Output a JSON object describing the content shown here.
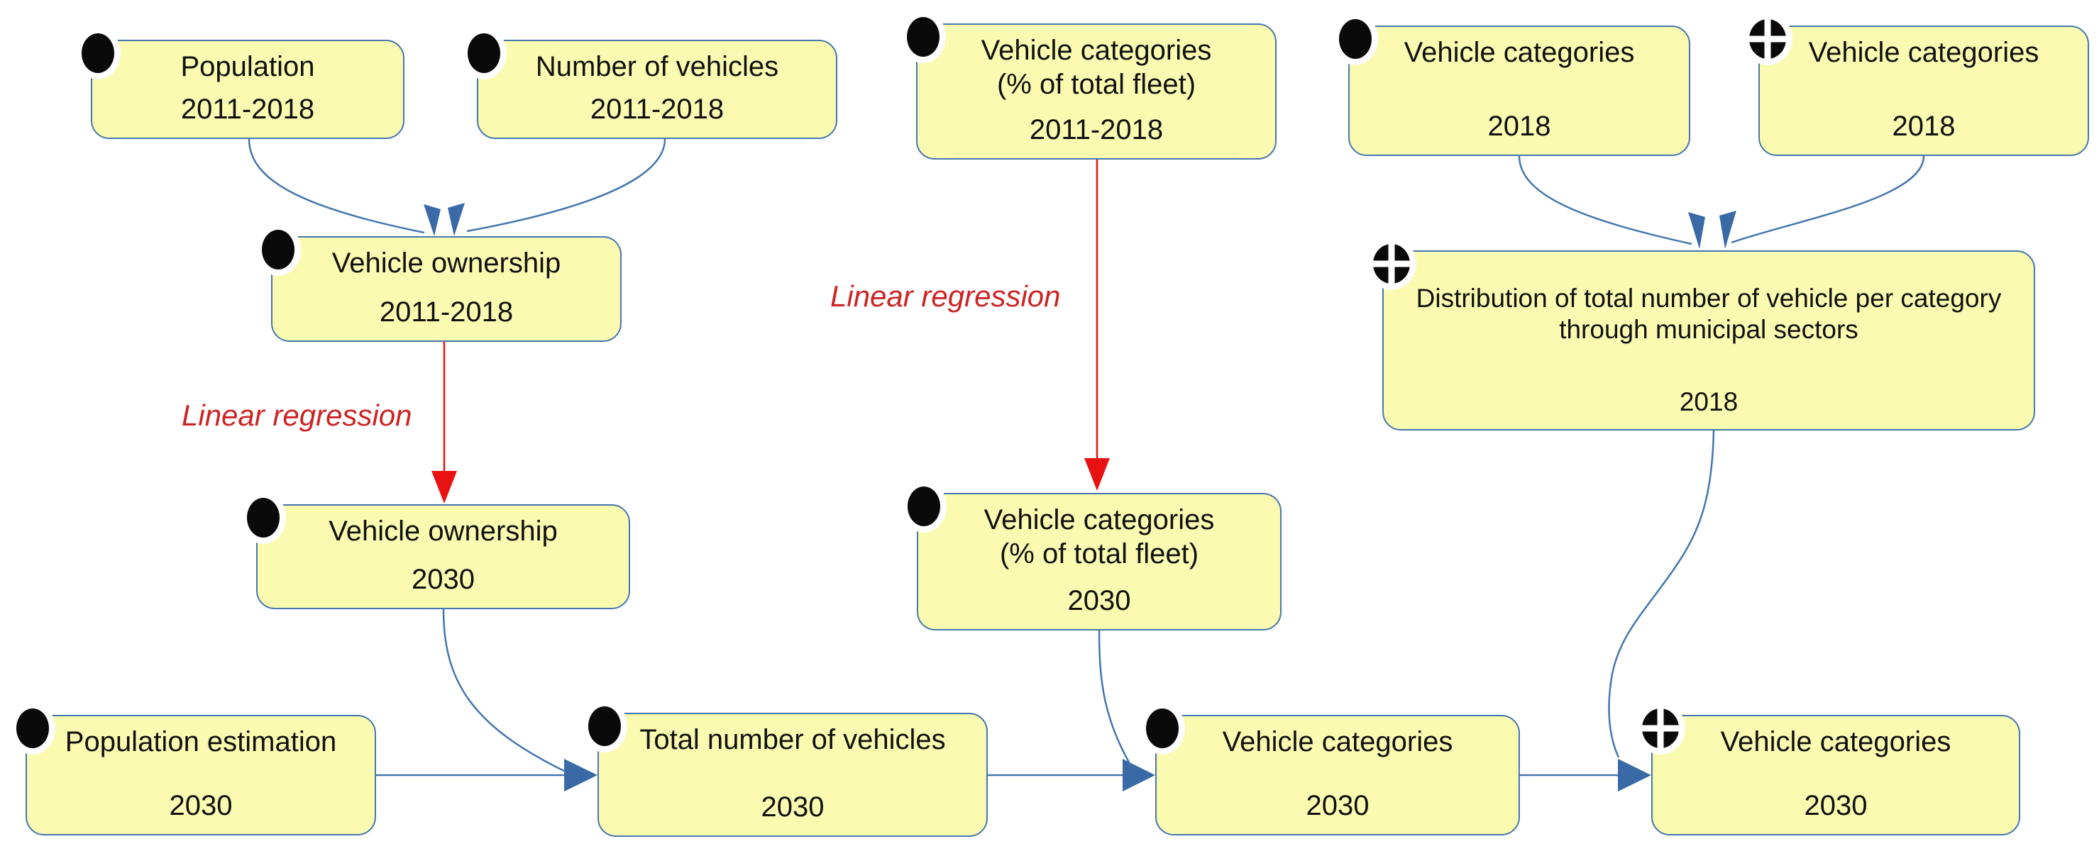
{
  "diagram": {
    "nodes": [
      {
        "title": "Population",
        "year": "2011-2018",
        "icon": "filled-circle"
      },
      {
        "title": "Number of vehicles",
        "year": "2011-2018",
        "icon": "filled-circle"
      },
      {
        "title": "Vehicle ownership",
        "year": "2011-2018",
        "icon": "filled-circle"
      },
      {
        "title": "Vehicle ownership",
        "year": "2030",
        "icon": "filled-circle"
      },
      {
        "title": "Population estimation",
        "year": "2030",
        "icon": "filled-circle"
      },
      {
        "title": "Total number of vehicles",
        "year": "2030",
        "icon": "filled-circle"
      },
      {
        "title": "Vehicle categories",
        "subtitle": "(% of total fleet)",
        "year": "2011-2018",
        "icon": "filled-circle"
      },
      {
        "title": "Vehicle categories",
        "subtitle": "(% of total fleet)",
        "year": "2030",
        "icon": "filled-circle"
      },
      {
        "title": "Vehicle categories",
        "year": "2030",
        "icon": "filled-circle"
      },
      {
        "title": "Vehicle categories",
        "year": "2018",
        "icon": "filled-circle"
      },
      {
        "title": "Vehicle categories",
        "year": "2018",
        "icon": "crossed-circle"
      },
      {
        "title": "Distribution of total number of vehicle per category",
        "subtitle": "through municipal sectors",
        "year": "2018",
        "icon": "crossed-circle"
      },
      {
        "title": "Vehicle categories",
        "year": "2030",
        "icon": "crossed-circle"
      }
    ],
    "edge_labels": [
      {
        "text": "Linear regression"
      },
      {
        "text": "Linear regression"
      }
    ],
    "colors": {
      "node_fill": "#fafab0",
      "node_border": "#4576ad",
      "edge_blue": "#4576ad",
      "arrowhead_blue": "#3a6aa6",
      "edge_red": "#e81212",
      "label_red": "#cc2424",
      "icon_black": "#0a0a0a"
    }
  }
}
